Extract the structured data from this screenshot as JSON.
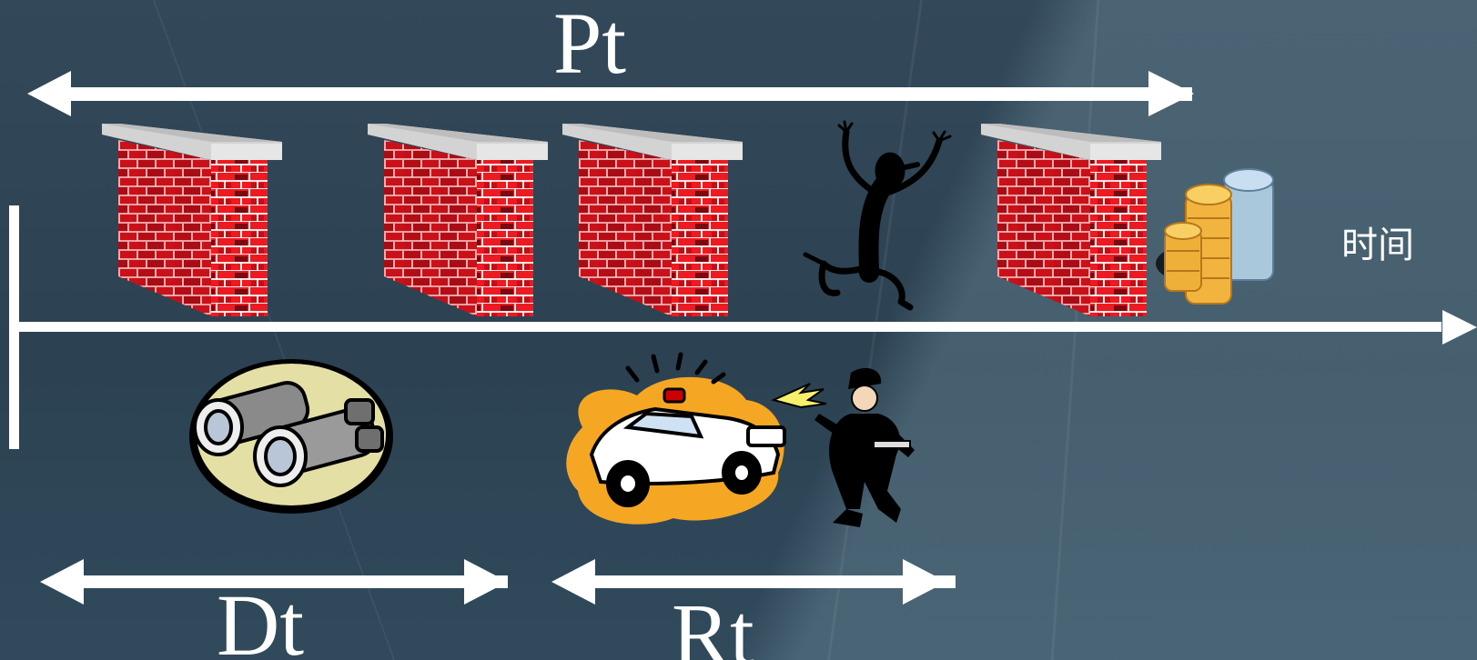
{
  "labels": {
    "pt": "Pt",
    "dt": "Dt",
    "rt": "Rt",
    "time": "时间"
  },
  "colors": {
    "arrow": "#ffffff",
    "brick": "#e8141c",
    "brick_dark": "#6a0a10",
    "coping": "#d9d9d9",
    "background": "#2f4756"
  },
  "icons": [
    "brick-wall-icon",
    "thief-icon",
    "coins-icon",
    "binoculars-icon",
    "police-car-icon",
    "policeman-icon"
  ]
}
